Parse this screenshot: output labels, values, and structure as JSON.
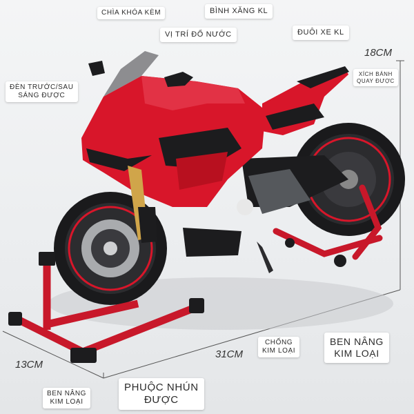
{
  "labels": {
    "key": "CHÌA KHÓA KÈM",
    "fuel_tank": "BÌNH XĂNG KL",
    "water_cap": "VỊ TRÍ ĐỔ NƯỚC",
    "tail": "ĐUÔI XE KL",
    "lights_line1": "ĐÈN TRƯỚC/SAU",
    "lights_line2": "SÁNG ĐƯỢC",
    "wheel_spin_line1": "XÍCH BÁNH",
    "wheel_spin_line2": "QUAY ĐƯỢC",
    "kickstand_line1": "CHỐNG",
    "kickstand_line2": "KIM LOẠI",
    "rear_stand_line1": "BEN NÂNG",
    "rear_stand_line2": "KIM LOẠI",
    "front_stand_line1": "BEN NÂNG",
    "front_stand_line2": "KIM LOẠI",
    "suspension_line1": "PHUỘC NHÚN",
    "suspension_line2": "ĐƯỢC"
  },
  "dimensions": {
    "height": "18CM",
    "width": "13CM",
    "length": "31CM"
  },
  "colors": {
    "body_red": "#d8162a",
    "stand_red": "#c8182a",
    "black": "#1c1c1e"
  }
}
